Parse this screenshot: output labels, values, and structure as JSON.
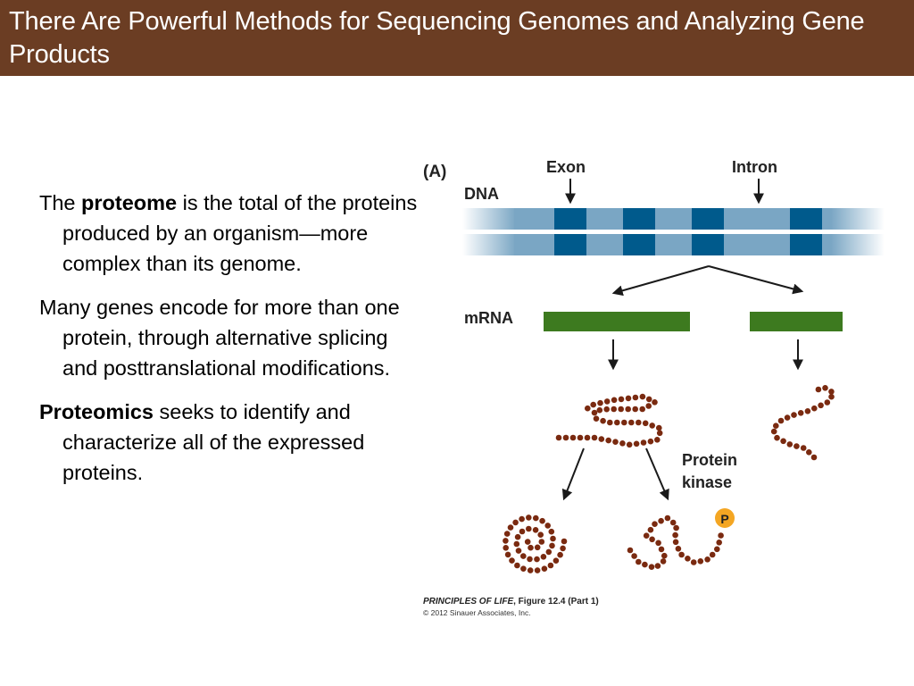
{
  "slide": {
    "title": "There Are Powerful Methods for Sequencing Genomes and Analyzing Gene Products",
    "colors": {
      "title_bar": "#6b3d23",
      "exon": "#005a8c",
      "dna_strand": "#7aa6c4",
      "mrna": "#3d7a1f",
      "amino_acid": "#7a2a10",
      "phosphate": "#f4a623"
    }
  },
  "bullets": [
    {
      "pre": "The ",
      "bold": "proteome",
      "post": " is the total of the proteins produced by an organism—more complex than its genome."
    },
    {
      "pre": "Many genes encode for more than one protein, through alternative splicing and posttranslational modifications.",
      "bold": "",
      "post": ""
    },
    {
      "pre": "",
      "bold": "Proteomics",
      "post": " seeks to identify and characterize all of the expressed proteins."
    }
  ],
  "figure": {
    "panel_label": "(A)",
    "labels": {
      "exon": "Exon",
      "intron": "Intron",
      "dna": "DNA",
      "mrna": "mRNA",
      "protein_kinase_line1": "Protein",
      "protein_kinase_line2": "kinase",
      "phosphate": "P"
    },
    "caption": {
      "source_italic": "PRINCIPLES OF LIFE",
      "source_rest": ", Figure 12.4 (Part 1)",
      "copyright": "© 2012 Sinauer Associates, Inc."
    }
  }
}
